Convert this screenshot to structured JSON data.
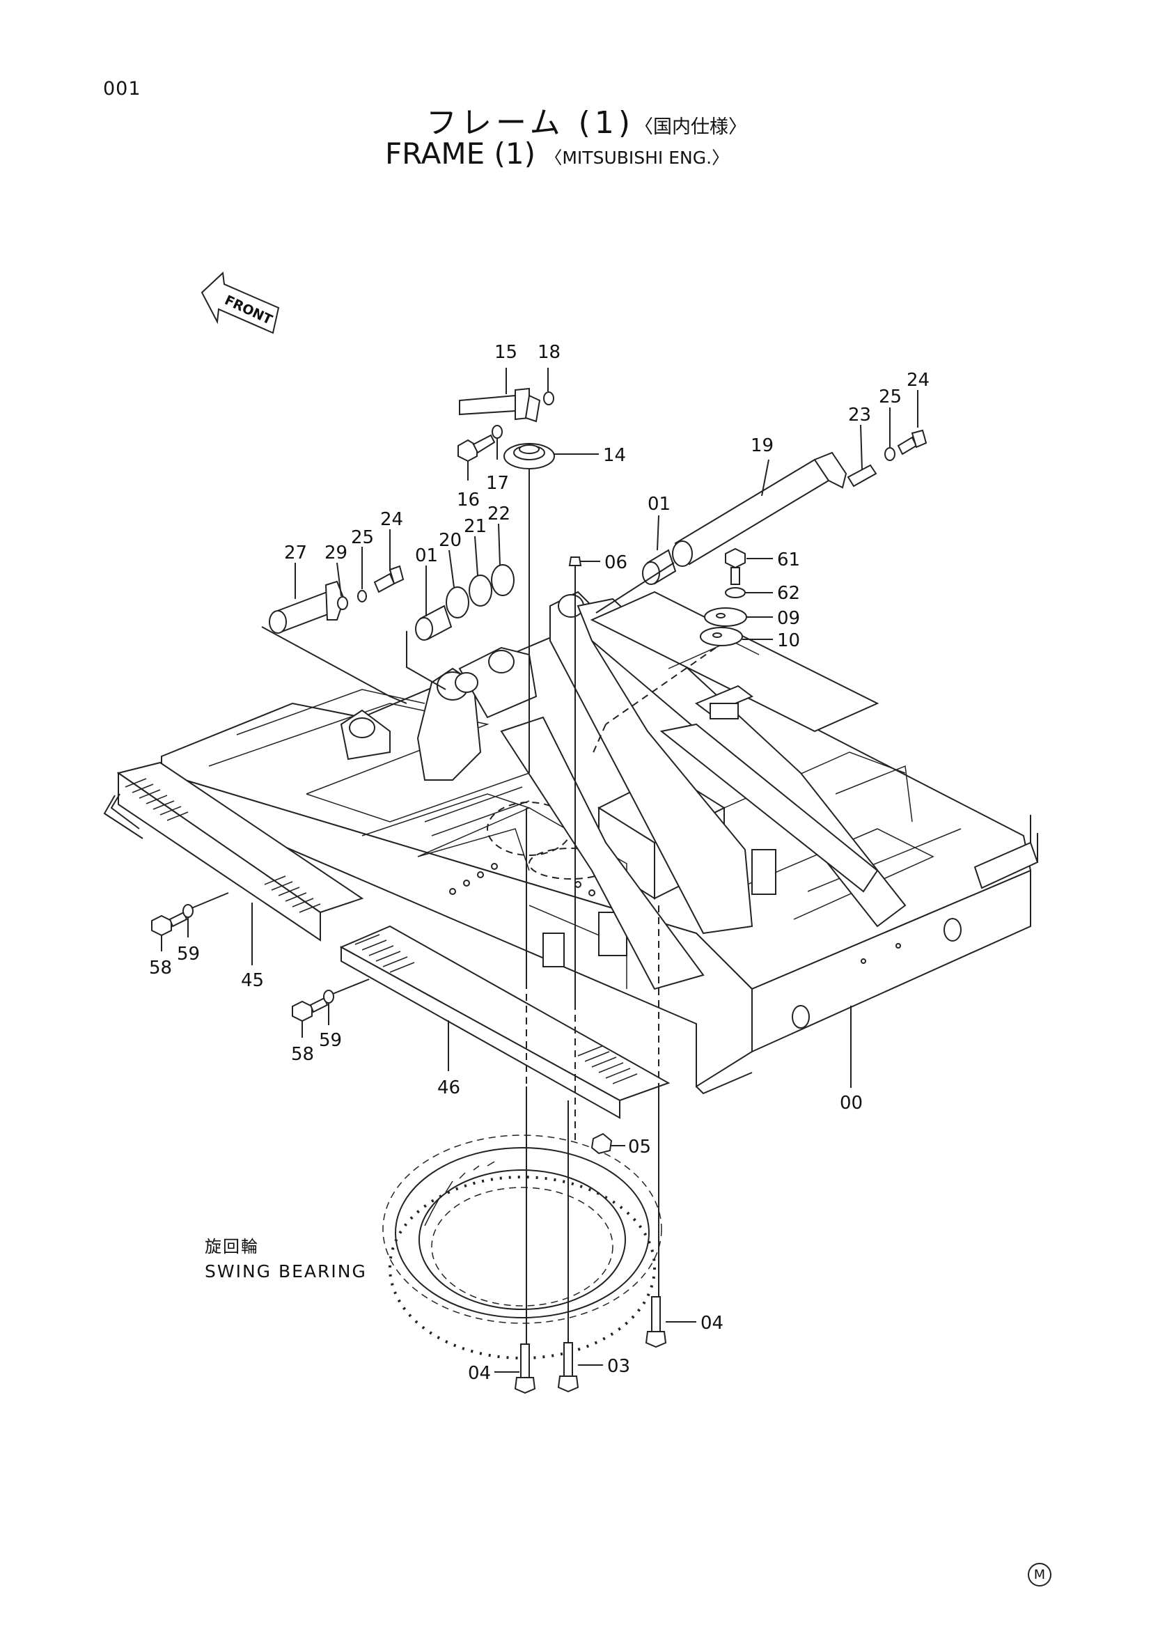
{
  "page_number": "001",
  "title_jp": "フレーム (1)",
  "title_jp_spec": "〈国内仕様〉",
  "title_en": "FRAME (1)",
  "title_en_spec": "〈MITSUBISHI ENG.〉",
  "front_arrow_label": "FRONT",
  "swing_bearing_jp": "旋回輪",
  "swing_bearing_en": "SWING BEARING",
  "corner_mark": "M",
  "callouts": {
    "c15": "15",
    "c18": "18",
    "c14": "14",
    "c16": "16",
    "c17": "17",
    "c19": "19",
    "c23": "23",
    "c25a": "25",
    "c24a": "24",
    "c01a": "01",
    "c01b": "01",
    "c06": "06",
    "c61": "61",
    "c62": "62",
    "c09": "09",
    "c10": "10",
    "c27": "27",
    "c29": "29",
    "c25b": "25",
    "c24b": "24",
    "c20": "20",
    "c21": "21",
    "c22": "22",
    "c58a": "58",
    "c59a": "59",
    "c45": "45",
    "c58b": "58",
    "c59b": "59",
    "c46": "46",
    "c00": "00",
    "c05": "05",
    "c04a": "04",
    "c04b": "04",
    "c03": "03"
  }
}
